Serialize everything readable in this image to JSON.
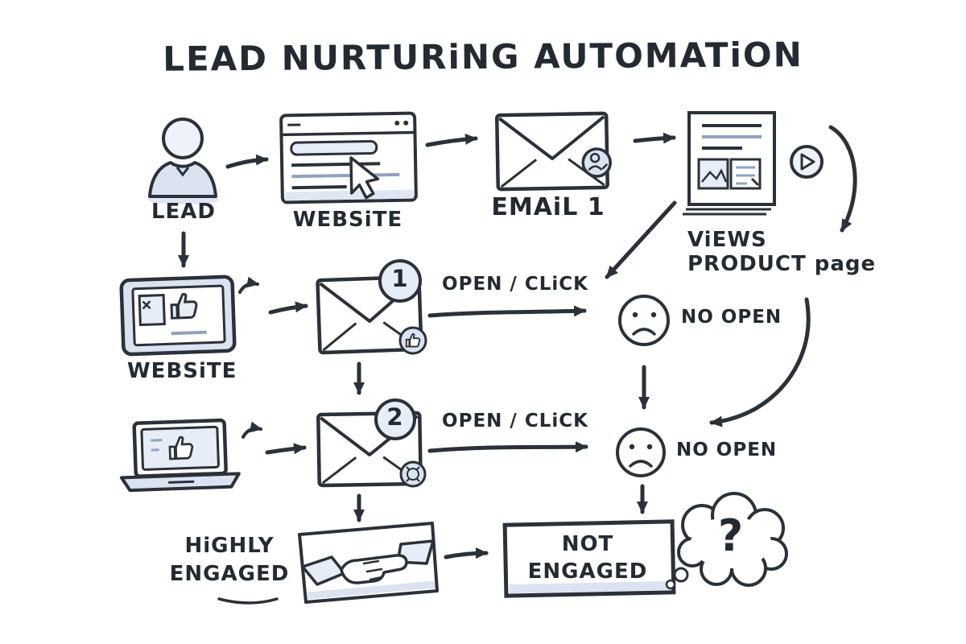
{
  "title": "LEAD NURTURiNG AUTOMATiON",
  "colors": {
    "ink": "#2b3138",
    "fill_light": "#e7edf7",
    "fill_mid": "#dbe3f1",
    "background": "#ffffff"
  },
  "flow": {
    "lead_label": "LEAD",
    "website_top_label": "WEBSiTE",
    "email1_label": "EMAiL 1",
    "views_product_line1": "ViEWS",
    "views_product_line2": "PRODUCT page",
    "website_left_label": "WEBSiTE",
    "email_step1_badge": "1",
    "open_click_1_label": "OPEN / CLiCK",
    "no_open_1_label": "NO OPEN",
    "email_step2_badge": "2",
    "open_click_2_label": "OPEN / CLiCK",
    "no_open_2_label": "NO OPEN",
    "highly_engaged_line1": "HiGHLY",
    "highly_engaged_line2": "ENGAGED",
    "not_engaged_line1": "NOT",
    "not_engaged_line2": "ENGAGED",
    "question_mark": "?"
  }
}
